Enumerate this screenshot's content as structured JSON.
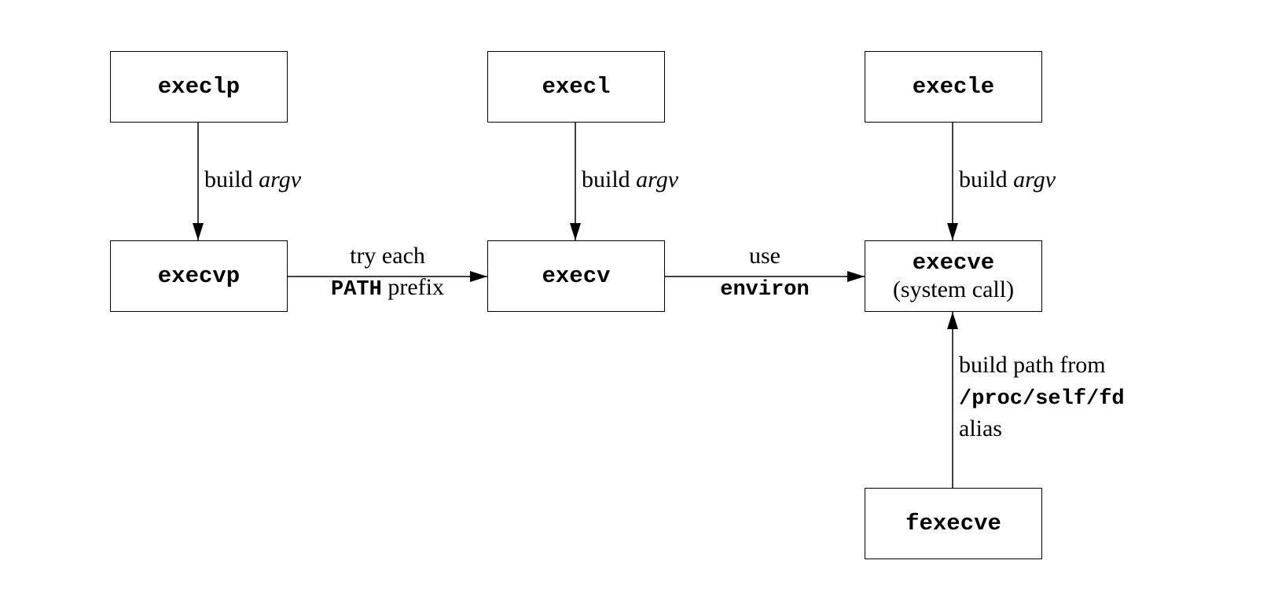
{
  "nodes": {
    "execlp": "execlp",
    "execl": "execl",
    "execle": "execle",
    "execvp": "execvp",
    "execv": "execv",
    "execve": "execve",
    "execve_note": "(system call)",
    "fexecve": "fexecve"
  },
  "edges": {
    "execlp_to_execvp": {
      "word": "build",
      "term": "argv"
    },
    "execl_to_execv": {
      "word": "build",
      "term": "argv"
    },
    "execle_to_execve": {
      "word": "build",
      "term": "argv"
    },
    "execvp_to_execv": {
      "line1": "try each",
      "line2_code": "PATH",
      "line2_text": " prefix"
    },
    "execv_to_execve": {
      "line1": "use",
      "line2_code": "environ"
    },
    "fexecve_to_execve": {
      "line1": "build path from",
      "line2_code": "/proc/self/fd",
      "line3": "alias"
    }
  }
}
